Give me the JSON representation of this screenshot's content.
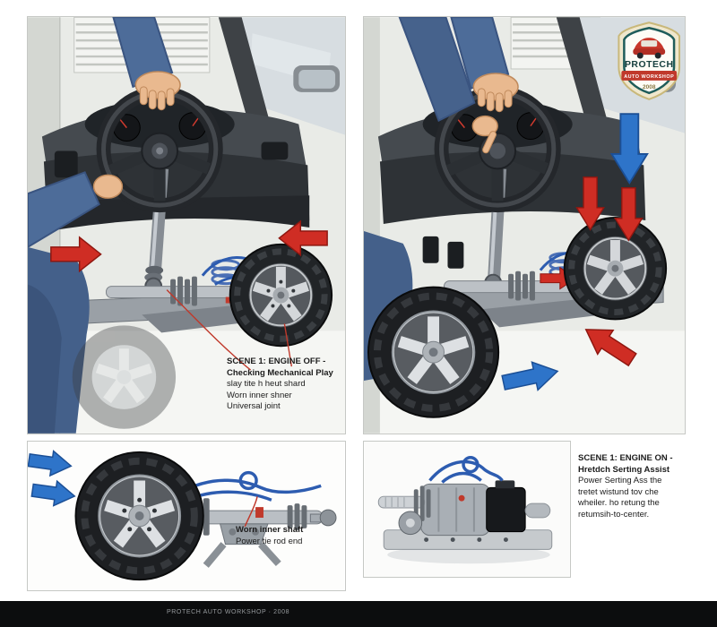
{
  "colors": {
    "arrow_red": "#cf2d24",
    "arrow_blue": "#2e74c9",
    "pointer_red": "#c0392b",
    "hose_blue": "#2d5cb0"
  },
  "logo": {
    "brand": "PROTECH",
    "ribbon": "AUTO WORKSHOP",
    "year": "2008"
  },
  "panels": {
    "top_left": {
      "caption": {
        "title": "SCENE 1: ENGINE OFF -",
        "line2": "Checking Mechanical Play",
        "line3": "slay tite h heut shard",
        "line4": "Worn inner shner",
        "line5": "Universal joint"
      }
    },
    "bottom_left": {
      "caption": {
        "line1": "Worn inner shaft",
        "line2": "Power tie rod end"
      }
    },
    "bottom_right": {
      "caption": {
        "title": "SCENE 1: ENGINE ON -",
        "line2": "Hretdch Serting Assist",
        "line3": "Power Serting Ass the",
        "line4": "tretet wistund tov che",
        "line5": "wheiler. ho retung the",
        "line6": "retumsih-to-center."
      }
    }
  },
  "footer": {
    "text": "PROTECH AUTO WORKSHOP · 2008"
  }
}
